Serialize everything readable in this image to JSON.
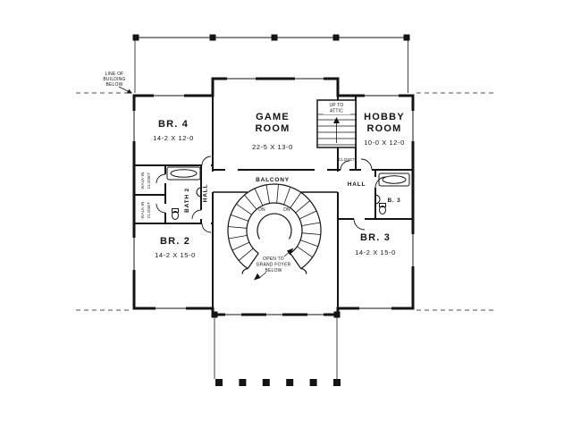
{
  "labels": {
    "line_of_building": [
      "LINE OF",
      "BUILDING",
      "BELOW"
    ],
    "br4_name": "BR. 4",
    "br4_dims": "14-2 X 12-0",
    "game_name": [
      "GAME",
      "ROOM"
    ],
    "game_dims": "22-5 X 13-0",
    "attic": [
      "UP TO",
      "ATTIC"
    ],
    "hobby_name": [
      "HOBBY",
      "ROOM"
    ],
    "hobby_dims": "10-0 X 12-0",
    "closet": "CLOSET",
    "wic_upper": [
      "WALK-IN",
      "CLOSET"
    ],
    "wic_lower": [
      "WALK-IN",
      "CLOSET"
    ],
    "bath2": "BATH 2",
    "hall_left": "HALL",
    "hall_right": "HALL",
    "balcony": "BALCONY",
    "dn_left": "DN",
    "dn_right": "DN",
    "open_foyer": [
      "OPEN TO",
      "GRAND FOYER",
      "BELOW"
    ],
    "br2_name": "BR. 2",
    "br2_dims": "14-2 X 15-0",
    "br3_name": "BR. 3",
    "br3_dims": "14-2 X 15-0",
    "b3": "B. 3"
  },
  "colors": {
    "ink": "#141414",
    "paper": "#ffffff"
  }
}
